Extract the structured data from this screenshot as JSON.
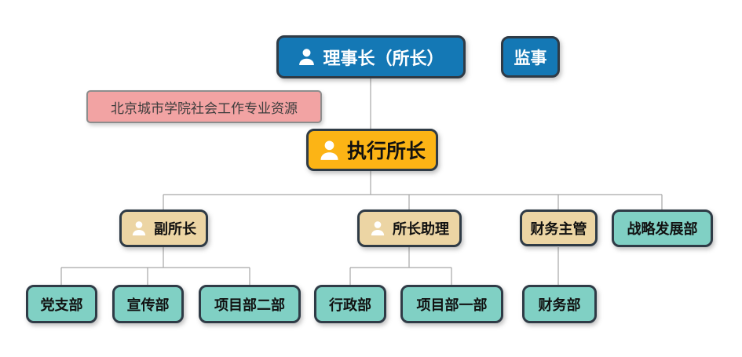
{
  "diagram": {
    "type": "org-chart",
    "palette": {
      "level1_blue": "#1478b5",
      "level2_yellow": "#fcb415",
      "level3_tan": "#ecd5a4",
      "level4_teal": "#80d0c4",
      "annotation_pink": "#f2a3a3",
      "node_border": "#2f3b46",
      "connector_gray": "#a6a6a6"
    },
    "nodes": {
      "chairman": {
        "label": "理事长（所长）",
        "icon": "person-icon",
        "fill": "#1478b5",
        "text_color": "#ffffff"
      },
      "supervisor": {
        "label": "监事",
        "fill": "#1478b5",
        "text_color": "#ffffff"
      },
      "annotation": {
        "label": "北京城市学院社会工作专业资源",
        "fill": "#f2a3a3",
        "text_color": "#3d3d3d"
      },
      "executive_director": {
        "label": "执行所长",
        "icon": "person-icon",
        "fill": "#fcb415",
        "text_color": "#111111"
      },
      "deputy_director": {
        "label": "副所长",
        "icon": "person-icon",
        "fill": "#ecd5a4",
        "text_color": "#111111"
      },
      "director_assistant": {
        "label": "所长助理",
        "icon": "person-icon",
        "fill": "#ecd5a4",
        "text_color": "#111111"
      },
      "finance_supervisor": {
        "label": "财务主管",
        "fill": "#ecd5a4",
        "text_color": "#111111"
      },
      "strategy_dept": {
        "label": "战略发展部",
        "fill": "#80d0c4",
        "text_color": "#111111"
      },
      "party_branch": {
        "label": "党支部",
        "fill": "#80d0c4",
        "text_color": "#111111"
      },
      "publicity_dept": {
        "label": "宣传部",
        "fill": "#80d0c4",
        "text_color": "#111111"
      },
      "project_dept_2": {
        "label": "项目部二部",
        "fill": "#80d0c4",
        "text_color": "#111111"
      },
      "admin_dept": {
        "label": "行政部",
        "fill": "#80d0c4",
        "text_color": "#111111"
      },
      "project_dept_1": {
        "label": "项目部一部",
        "fill": "#80d0c4",
        "text_color": "#111111"
      },
      "finance_dept": {
        "label": "财务部",
        "fill": "#80d0c4",
        "text_color": "#111111"
      }
    },
    "edges": [
      {
        "from": "chairman",
        "to": "executive_director"
      },
      {
        "from": "executive_director",
        "to": "deputy_director"
      },
      {
        "from": "executive_director",
        "to": "director_assistant"
      },
      {
        "from": "executive_director",
        "to": "finance_supervisor"
      },
      {
        "from": "executive_director",
        "to": "strategy_dept"
      },
      {
        "from": "deputy_director",
        "to": "party_branch"
      },
      {
        "from": "deputy_director",
        "to": "publicity_dept"
      },
      {
        "from": "deputy_director",
        "to": "project_dept_2"
      },
      {
        "from": "director_assistant",
        "to": "admin_dept"
      },
      {
        "from": "director_assistant",
        "to": "project_dept_1"
      },
      {
        "from": "finance_supervisor",
        "to": "finance_dept"
      }
    ]
  }
}
